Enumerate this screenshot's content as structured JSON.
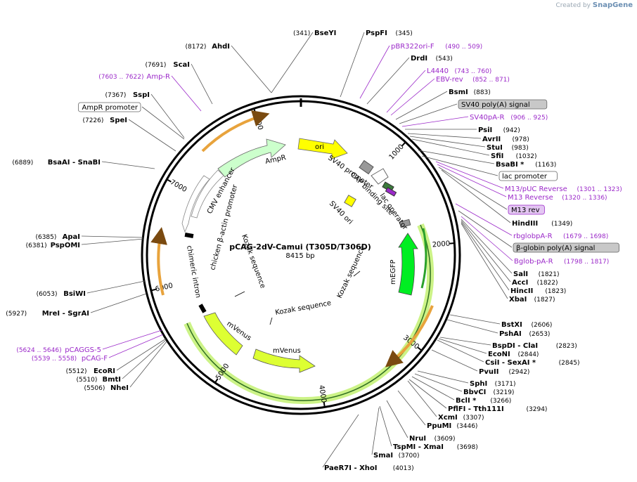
{
  "credit": {
    "prefix": "Created by",
    "brand": "SnapGene"
  },
  "plasmid": {
    "name": "pCAG-2dV-Camui (T305D/T306D)",
    "length": "8415 bp"
  },
  "ticks": [
    "1000",
    "2000",
    "3000",
    "4000",
    "5000",
    "6000",
    "7000",
    "8000"
  ],
  "right_sites": [
    {
      "pos": "(341)",
      "name": "BseYI"
    },
    {
      "name": "PspFI",
      "pos": "(345)"
    },
    {
      "name": "pBR322ori-F",
      "pos": "(490 .. 509)",
      "kind": "primer"
    },
    {
      "name": "DrdI",
      "pos": "(543)"
    },
    {
      "name": "L4440",
      "pos": "(743 .. 760)",
      "kind": "primer"
    },
    {
      "name": "EBV-rev",
      "pos": "(852 .. 871)",
      "kind": "primer"
    },
    {
      "name": "BsmI",
      "pos": "(883)"
    },
    {
      "name": "SV40 poly(A) signal",
      "kind": "box-gray"
    },
    {
      "name": "SV40pA-R",
      "pos": "(906 .. 925)",
      "kind": "primer"
    },
    {
      "name": "PsiI",
      "pos": "(942)"
    },
    {
      "name": "AvrII",
      "pos": "(978)"
    },
    {
      "name": "StuI",
      "pos": "(983)"
    },
    {
      "name": "SfiI",
      "pos": "(1032)"
    },
    {
      "name": "BsaBI *",
      "pos": "(1163)"
    },
    {
      "name": "lac promoter",
      "kind": "box-white"
    },
    {
      "name": "M13/pUC Reverse",
      "pos": "(1301 .. 1323)",
      "kind": "primer"
    },
    {
      "name": "M13 Reverse",
      "pos": "(1320 .. 1336)",
      "kind": "primer"
    },
    {
      "name": "M13 rev",
      "kind": "box-purple"
    },
    {
      "name": "HindIII",
      "pos": "(1349)"
    },
    {
      "name": "rbglobpA-R",
      "pos": "(1679 .. 1698)",
      "kind": "primer"
    },
    {
      "name": "β-globin poly(A) signal",
      "kind": "box-gray"
    },
    {
      "name": "Bglob-pA-R",
      "pos": "(1798 .. 1817)",
      "kind": "primer"
    },
    {
      "name": "SalI",
      "pos": "(1821)"
    },
    {
      "name": "AccI",
      "pos": "(1822)"
    },
    {
      "name": "HincII",
      "pos": "(1823)"
    },
    {
      "name": "XbaI",
      "pos": "(1827)"
    },
    {
      "name": "BstXI",
      "pos": "(2606)"
    },
    {
      "name": "PshAI",
      "pos": "(2653)"
    },
    {
      "name": "BspDI - ClaI",
      "pos": "(2823)"
    },
    {
      "name": "EcoNI",
      "pos": "(2844)"
    },
    {
      "name": "CsiI - SexAI *",
      "pos": "(2845)"
    },
    {
      "name": "PvuII",
      "pos": "(2942)"
    },
    {
      "name": "SphI",
      "pos": "(3171)"
    },
    {
      "name": "BbvCI",
      "pos": "(3219)"
    },
    {
      "name": "BclI *",
      "pos": "(3266)"
    },
    {
      "name": "PflFI - Tth111I",
      "pos": "(3294)"
    },
    {
      "name": "XcmI",
      "pos": "(3307)"
    },
    {
      "name": "PpuMI",
      "pos": "(3446)"
    },
    {
      "name": "NruI",
      "pos": "(3609)"
    },
    {
      "name": "TspMI - XmaI",
      "pos": "(3698)"
    },
    {
      "name": "SmaI",
      "pos": "(3700)"
    },
    {
      "name": "PaeR7I - XhoI",
      "pos": "(4013)"
    }
  ],
  "left_sites": [
    {
      "pos": "(8172)",
      "name": "AhdI"
    },
    {
      "pos": "(7691)",
      "name": "ScaI"
    },
    {
      "pos": "(7603 .. 7622)",
      "name": "Amp-R",
      "kind": "primer"
    },
    {
      "pos": "(7367)",
      "name": "SspI"
    },
    {
      "name": "AmpR promoter",
      "kind": "box-white"
    },
    {
      "pos": "(7226)",
      "name": "SpeI"
    },
    {
      "pos": "(6889)",
      "name": "BsaAI - SnaBI"
    },
    {
      "pos": "(6385)",
      "name": "ApaI"
    },
    {
      "pos": "(6381)",
      "name": "PspOMI"
    },
    {
      "pos": "(6053)",
      "name": "BsiWI"
    },
    {
      "pos": "(5927)",
      "name": "MreI - SgrAI"
    },
    {
      "pos": "(5624 .. 5646)",
      "name": "pCAGGS-5",
      "kind": "primer"
    },
    {
      "pos": "(5539 .. 5558)",
      "name": "pCAG-F",
      "kind": "primer"
    },
    {
      "pos": "(5512)",
      "name": "EcoRI"
    },
    {
      "pos": "(5510)",
      "name": "BmtI"
    },
    {
      "pos": "(5506)",
      "name": "NheI"
    }
  ],
  "features": [
    {
      "name": "ori"
    },
    {
      "name": "AmpR"
    },
    {
      "name": "SV40 promoter"
    },
    {
      "name": "CAP binding site"
    },
    {
      "name": "lac operator"
    },
    {
      "name": "SV40 ori"
    },
    {
      "name": "CMV enhancer"
    },
    {
      "name": "chicken β-actin promoter"
    },
    {
      "name": "chimeric intron"
    },
    {
      "name": "Kozak sequence"
    },
    {
      "name": "mVenus"
    },
    {
      "name": "mEGFP"
    }
  ],
  "colors": {
    "primer": "#9b29c9",
    "ori": "#ffff00",
    "ampr": "#ccffcc",
    "venus": "#ddff33",
    "egfp": "#00ee22",
    "orange_feature": "#e8a33c",
    "highlight_ring": "#b8f060"
  }
}
